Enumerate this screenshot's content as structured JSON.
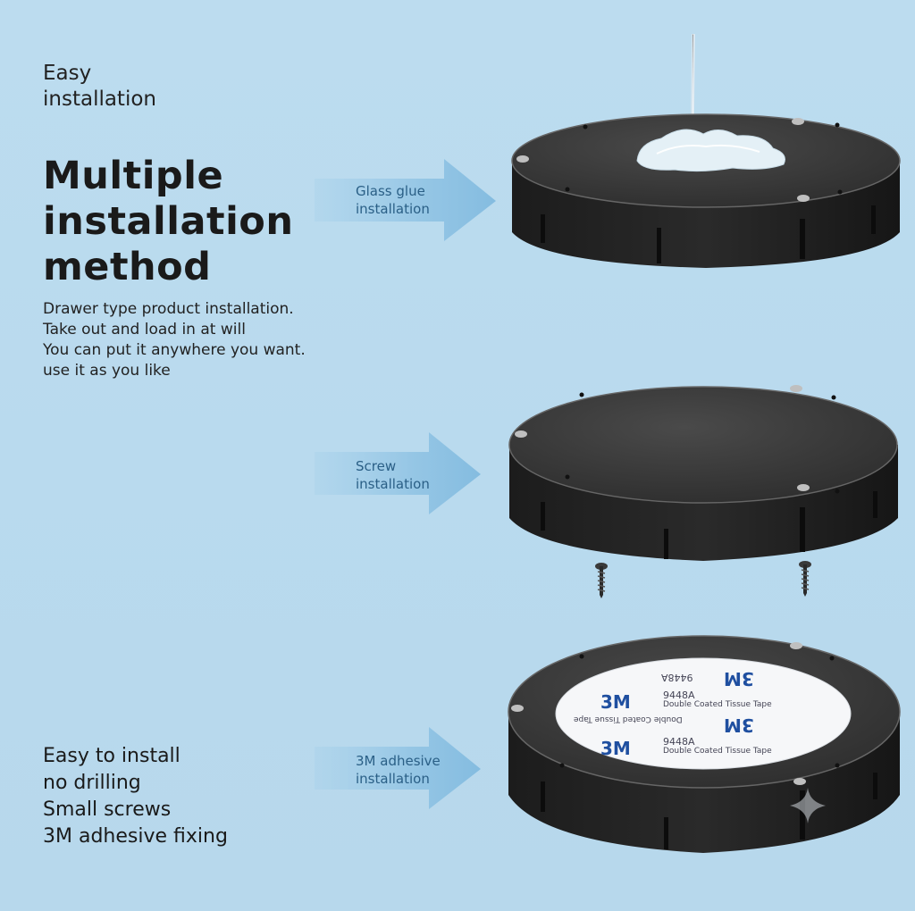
{
  "intro": {
    "line1": "Easy",
    "line2": "installation"
  },
  "title": {
    "line1": "Multiple",
    "line2": "installation",
    "line3": "method"
  },
  "description": {
    "line1": "Drawer type product installation.",
    "line2": "Take out and load in at will",
    "line3": "You can put it anywhere you want.",
    "line4": "use it as you like"
  },
  "methods": [
    {
      "line1": "Glass glue",
      "line2": "installation"
    },
    {
      "line1": "Screw",
      "line2": "installation"
    },
    {
      "line1": "3M adhesive",
      "line2": "installation"
    }
  ],
  "features": {
    "line1": "Easy to install",
    "line2": "no drilling",
    "line3": "Small screws",
    "line4": "3M adhesive fixing"
  },
  "tape_label": {
    "brand": "3M",
    "code": "9448A",
    "text": "Double Coated Tissue Tape"
  },
  "colors": {
    "background": "#bcdcef",
    "arrow": "#8cc0e0",
    "puck_body": "#222222",
    "puck_top": "#383838",
    "tape_brand": "#1f4fa0"
  }
}
